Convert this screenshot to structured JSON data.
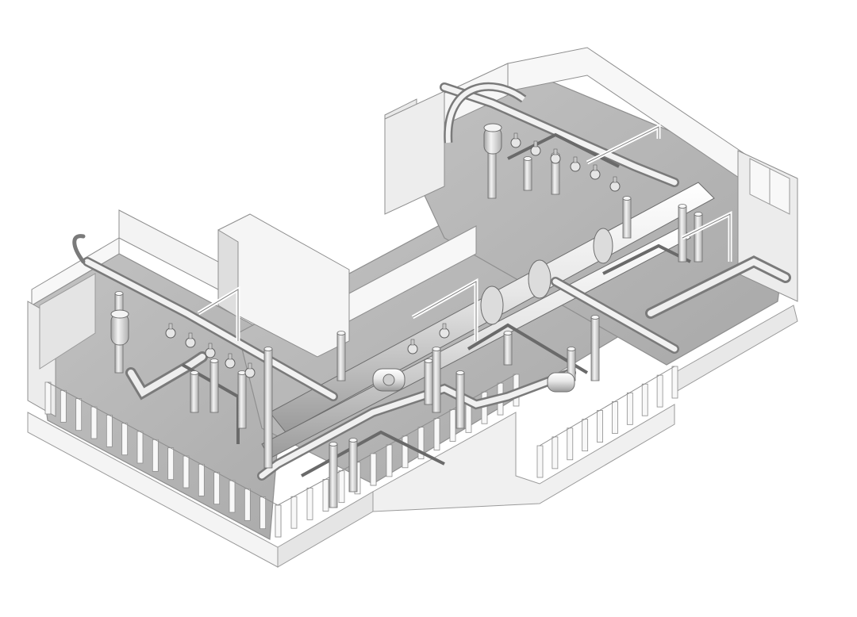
{
  "figure": {
    "style": "isometric grayscale MEP piping model",
    "colors": {
      "background": "#ffffff",
      "floor": "#b9b9b9",
      "floor_shadow": "#a3a3a3",
      "wall_top": "#f7f7f7",
      "wall_side": "#dedede",
      "wall_edge": "#8f8f8f",
      "pipe_light": "#f2f2f2",
      "pipe_mid": "#cfcfcf",
      "pipe_dark": "#8a8a8a",
      "outline": "#555555"
    },
    "components": [
      "floor-slab",
      "perimeter-walls",
      "main-duct",
      "branch-pipes",
      "vertical-risers",
      "valves",
      "pumps",
      "tanks",
      "support-frames"
    ]
  }
}
